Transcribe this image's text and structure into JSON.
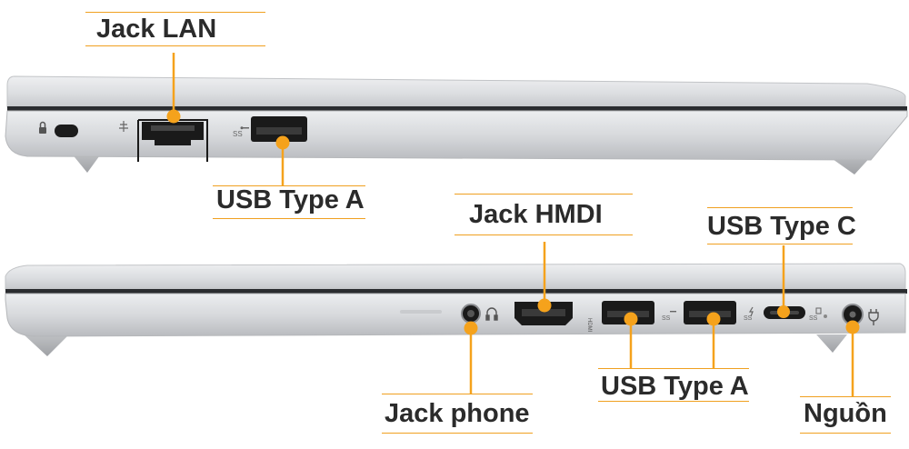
{
  "colors": {
    "accent": "#f5a21c",
    "label_text": "#2b2b2b",
    "laptop_silver": "#d9dadc",
    "port_black": "#1a1a1a"
  },
  "labels": {
    "jack_lan": "Jack LAN",
    "usb_type_a_top": "USB Type A",
    "jack_hdmi": "Jack HMDI",
    "usb_type_c": "USB Type C",
    "usb_type_a_bottom": "USB Type A",
    "jack_phone": "Jack phone",
    "power": "Nguồn"
  },
  "icons": [
    "lock-icon",
    "network-icon",
    "usb-ss-icon",
    "headset-icon",
    "hdmi-icon",
    "usb-ss-icon",
    "usb-charge-icon",
    "usb-c-ss-icon",
    "power-plug-icon"
  ],
  "image_content": [
    "laptop-left-side-view",
    "laptop-right-side-view"
  ]
}
